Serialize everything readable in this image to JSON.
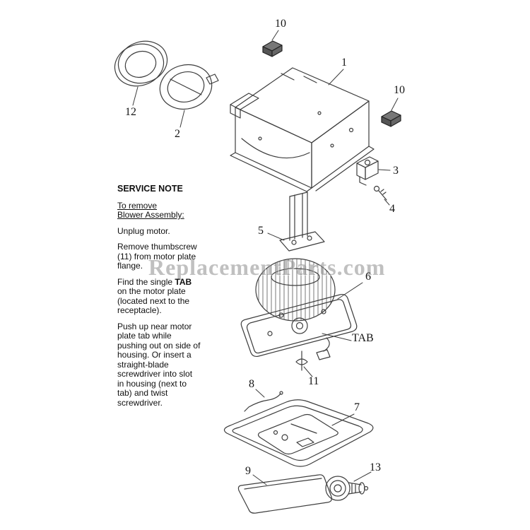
{
  "watermark": "ReplacementParts.com",
  "service_note": {
    "title": "SERVICE NOTE",
    "subtitle_line1": "To remove",
    "subtitle_line2": "Blower Assembly:",
    "para1": "Unplug motor.",
    "para2": "Remove thumbscrew (11) from motor plate flange.",
    "para3_pre": "Find the single ",
    "para3_bold": "TAB",
    "para3_post": " on the motor plate (located next to the receptacle).",
    "para4": "Push up near motor plate tab while pushing out on side of housing. Or insert a straight-blade screwdriver into slot in housing (next to tab) and twist screwdriver."
  },
  "labels": {
    "part1": "1",
    "part2": "2",
    "part3": "3",
    "part4": "4",
    "part5": "5",
    "part6": "6",
    "part7": "7",
    "part8": "8",
    "part9": "9",
    "part10_top": "10",
    "part10_right": "10",
    "part11": "11",
    "part12": "12",
    "part13": "13",
    "tab": "TAB"
  },
  "colors": {
    "line": "#3d3d3d",
    "watermark": "#8e8e8e",
    "bracket_fill": "#777777"
  }
}
